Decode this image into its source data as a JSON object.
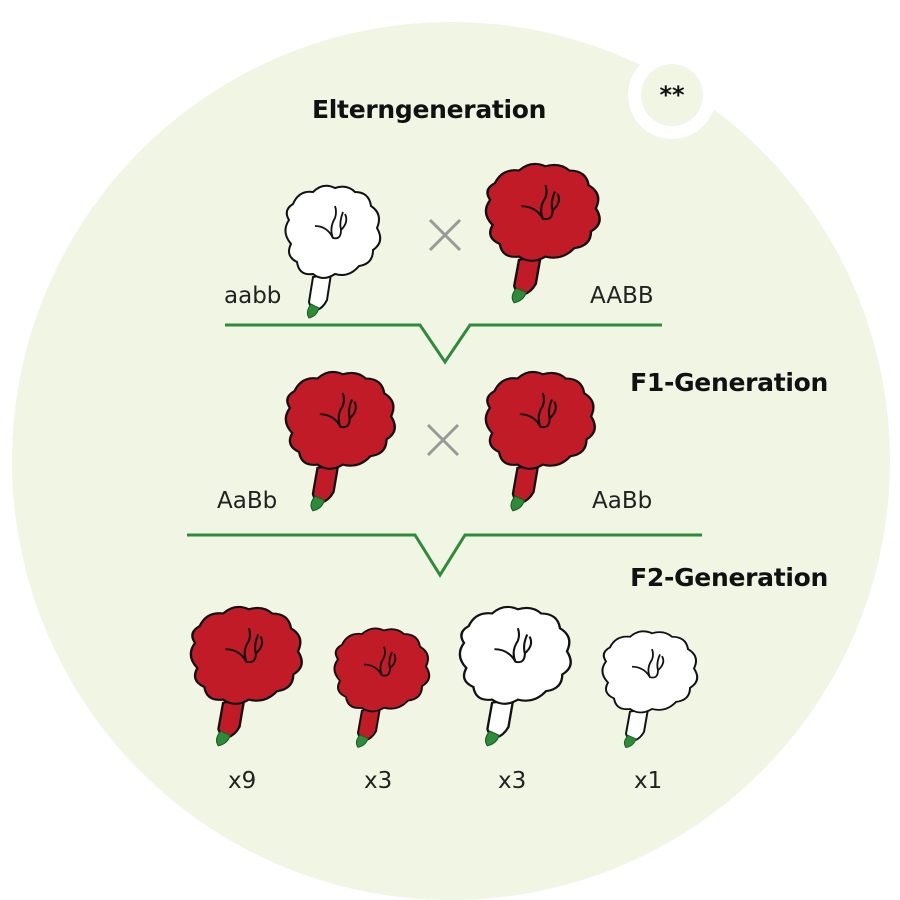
{
  "badge": "**",
  "titles": {
    "parents": "Elterngeneration",
    "f1": "F1-Generation",
    "f2": "F2-Generation"
  },
  "parents": {
    "left_genotype": "aabb",
    "right_genotype": "AABB"
  },
  "f1": {
    "left_genotype": "AaBb",
    "right_genotype": "AaBb"
  },
  "f2": {
    "counts": [
      "x9",
      "x3",
      "x3",
      "x1"
    ]
  },
  "colors": {
    "red": "#c01b27",
    "white": "#ffffff",
    "green": "#2e8b3a",
    "background": "#f1f5e3",
    "cross": "#999999"
  }
}
